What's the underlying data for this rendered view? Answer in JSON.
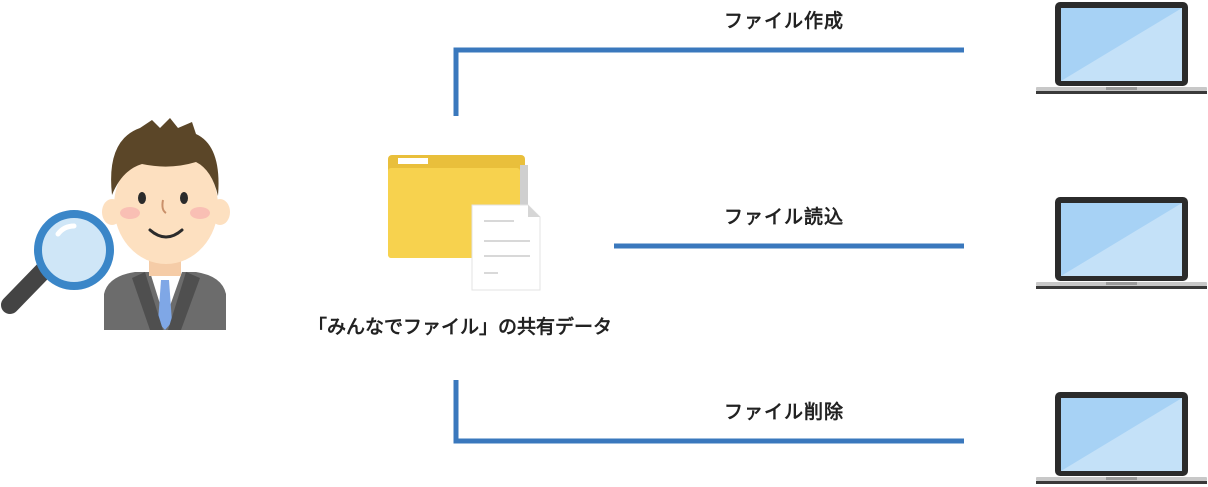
{
  "folder": {
    "caption": "「みんなでファイル」の共有データ"
  },
  "operations": [
    {
      "label": "ファイル作成"
    },
    {
      "label": "ファイル読込"
    },
    {
      "label": "ファイル削除"
    }
  ],
  "colors": {
    "line": "#3a78bd",
    "folder": "#f7d24e",
    "folder_back": "#e9bf3b",
    "laptop_frame": "#2b2b2b",
    "laptop_screen": "#a7d2f5",
    "skin": "#fde0c0",
    "hair": "#5b4628",
    "suit": "#6c6c6c",
    "tie": "#7fa7e6",
    "lens": "#3a86c8"
  }
}
